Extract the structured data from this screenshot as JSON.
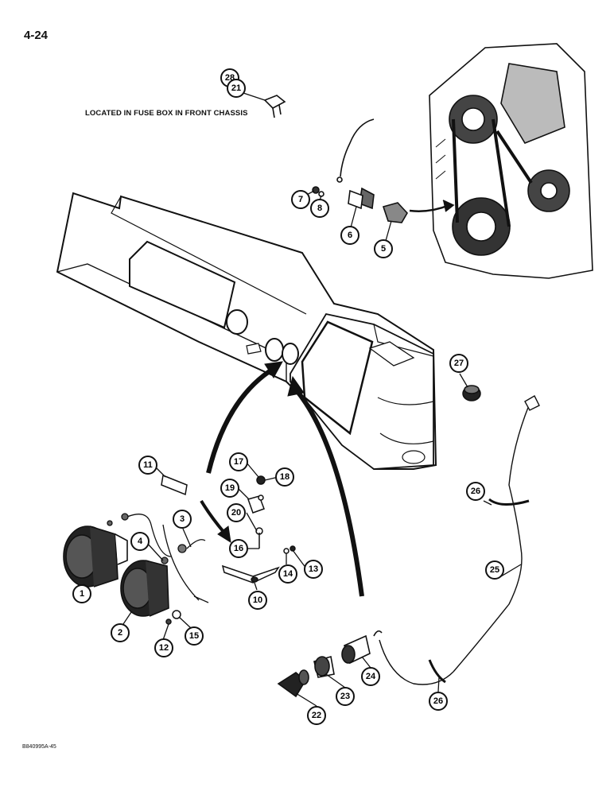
{
  "page_number": "4-24",
  "fuse_note": "LOCATED IN FUSE BOX IN FRONT CHASSIS",
  "figure_code": "B840995A-45",
  "callouts": [
    "28",
    "21",
    "7",
    "8",
    "6",
    "5",
    "27",
    "11",
    "17",
    "18",
    "19",
    "20",
    "3",
    "4",
    "16",
    "13",
    "14",
    "1",
    "2",
    "10",
    "12",
    "15",
    "26",
    "25",
    "22",
    "23",
    "24",
    "26"
  ]
}
